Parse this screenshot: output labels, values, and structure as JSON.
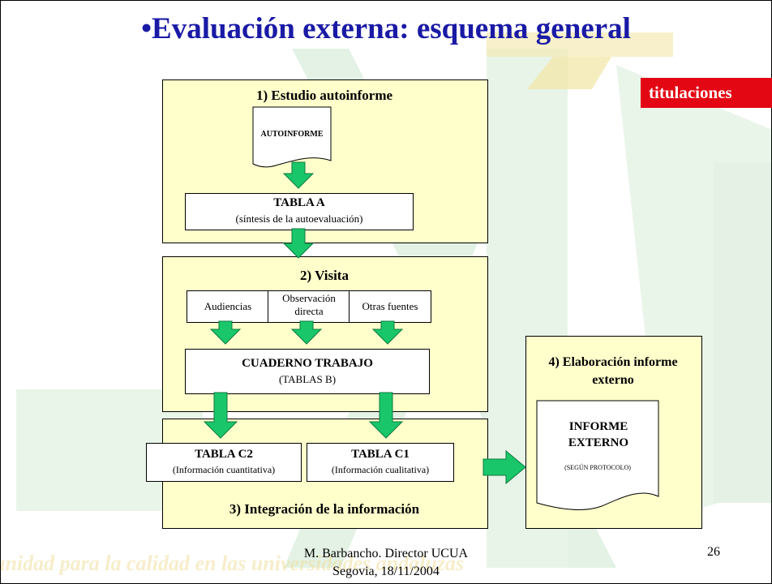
{
  "title": "•Evaluación externa: esquema general",
  "badge": "titulaciones",
  "step1": {
    "heading": "1) Estudio autoinforme",
    "doc": "AUTOINFORME",
    "tabla_a_title": "TABLA A",
    "tabla_a_sub": "(síntesis de la autoevaluación)"
  },
  "step2": {
    "heading": "2) Visita",
    "sources": [
      "Audiencias",
      "Observación directa",
      "Otras fuentes"
    ],
    "cuaderno_title": "CUADERNO TRABAJO",
    "cuaderno_sub": "(TABLAS B)"
  },
  "step3": {
    "heading": "3) Integración de la información",
    "c2_title": "TABLA C2",
    "c2_sub": "(Información cuantitativa)",
    "c1_title": "TABLA C1",
    "c1_sub": "(Información cualitativa)"
  },
  "step4": {
    "heading": "4) Elaboración informe externo",
    "doc_title": "INFORME EXTERNO",
    "doc_sub": "(SEGÚN PROTOCOLO)"
  },
  "footer": {
    "line1": "M. Barbancho. Director UCUA",
    "line2": "Segovia, 18/11/2004",
    "page": "26"
  },
  "watermark_text": "unidad para la calidad en las universidades andaluzas",
  "colors": {
    "title": "#1a1aa6",
    "badge_bg": "#e30613",
    "panel_bg": "#ffffcc",
    "arrow": "#19c76a",
    "bg_green": "#cde9cf",
    "bg_yellow": "#f2e6a3"
  }
}
